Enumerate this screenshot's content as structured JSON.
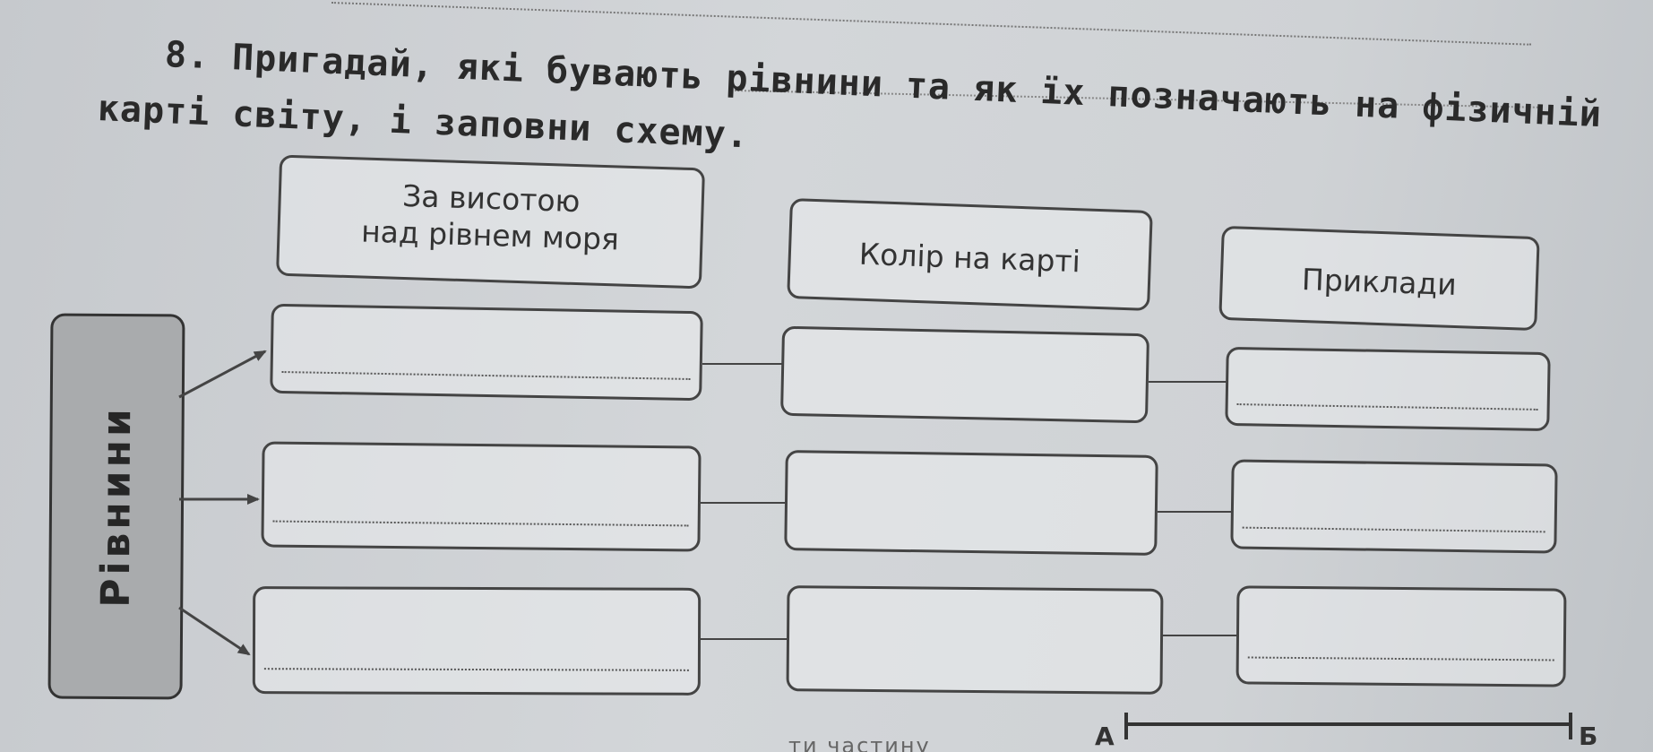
{
  "task": {
    "line1": "8. Пригадай, які бувають рівнини та як їх позначають на фізичній",
    "line2": "карті світу, і заповни схему."
  },
  "headers": {
    "height_line1": "За висотою",
    "height_line2": "над рівнем моря",
    "color": "Колір на карті",
    "examples": "Приклади"
  },
  "side_label": "Рівнини",
  "bottom": {
    "faded_text": "ти частину",
    "marker_a": "А",
    "marker_b": "Б"
  }
}
